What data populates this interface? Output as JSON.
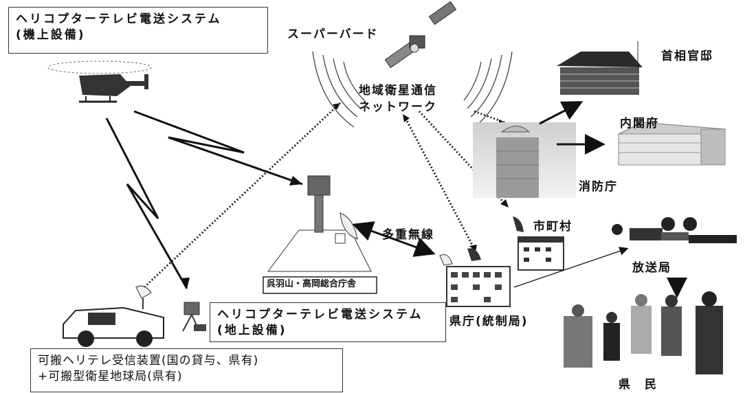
{
  "labels": {
    "heli_onboard_line1": "ヘリコプターテレビ電送システム",
    "heli_onboard_line2": "(機上設備)",
    "superbird": "スーパーバード",
    "network_line1": "地域衛星通信",
    "network_line2": "ネットワーク",
    "pm_office": "首相官邸",
    "cabinet_office": "内閣府",
    "fdma": "消防庁",
    "municipalities": "市町村",
    "multiplex_radio": "多重無線",
    "kure_station": "呉羽山・高岡総合庁舎",
    "ground_line1": "ヘリコプターテレビ電送システム",
    "ground_line2": "(地上設備)",
    "pref_office": "県庁(統制局)",
    "broadcaster": "放送局",
    "citizens": "県　民",
    "portable_line1": "可搬ヘリテレ受信装置(国の貸与、県有)",
    "portable_line2": "+可搬型衛星地球局(県有)"
  }
}
